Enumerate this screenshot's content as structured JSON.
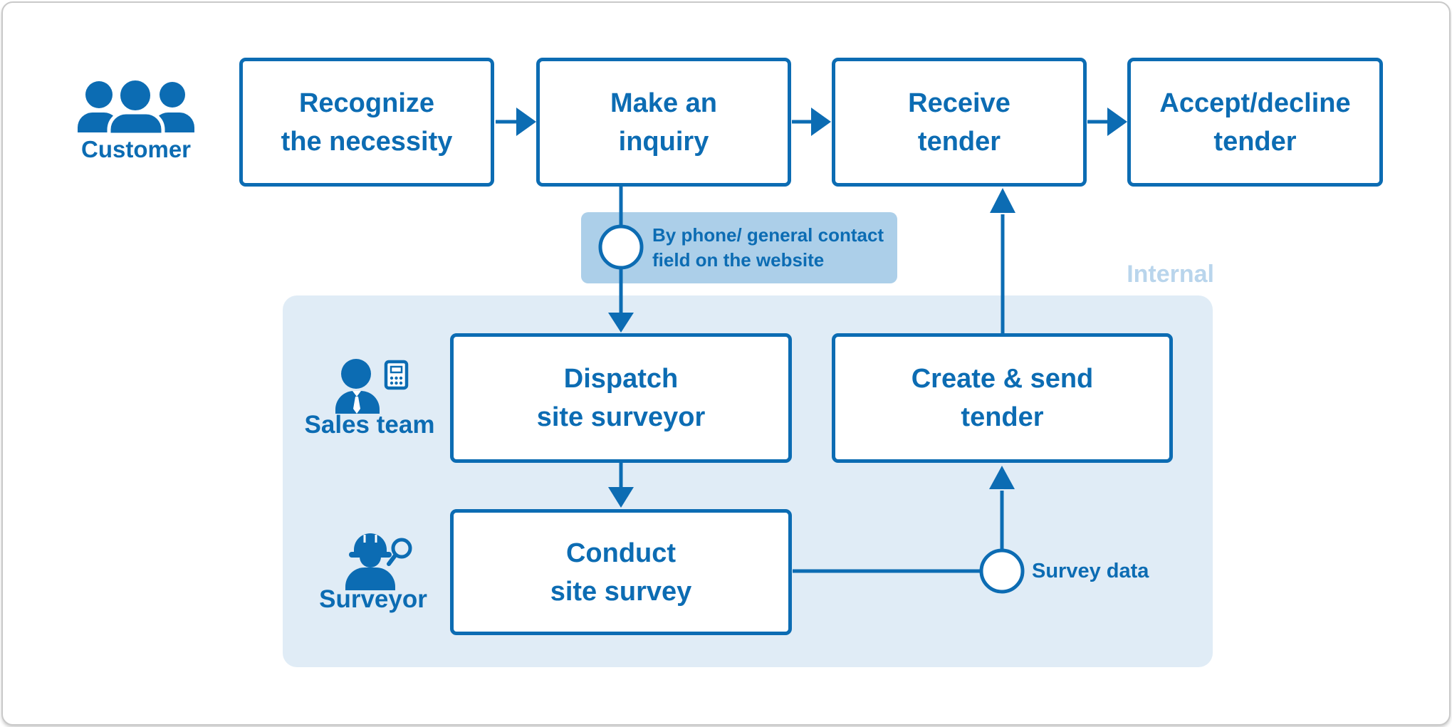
{
  "colors": {
    "primary_blue": "#0c6cb3",
    "note_background": "#accfe9",
    "internal_region_background": "#e0ecf6",
    "internal_label_color": "#b9d5ec",
    "card_border": "#c9c9c9",
    "box_fill": "#ffffff"
  },
  "lanes": {
    "customer": {
      "label": "Customer",
      "icon": "people-group-icon"
    }
  },
  "process_boxes": {
    "recognize": "Recognize\nthe necessity",
    "make_inquiry": "Make an\ninquiry",
    "receive_tender": "Receive\ntender",
    "accept_decline": "Accept/decline\ntender",
    "dispatch": "Dispatch\nsite surveyor",
    "create_send": "Create & send\ntender",
    "conduct_survey": "Conduct\nsite survey"
  },
  "internal_section": {
    "label": "Internal",
    "roles": [
      {
        "label": "Sales team",
        "icon": "salesperson-calculator-icon"
      },
      {
        "label": "Surveyor",
        "icon": "surveyor-hardhat-magnifier-icon"
      }
    ]
  },
  "annotations": {
    "inquiry_note": "By phone/ general contact\nfield on the website",
    "survey_data": "Survey data"
  }
}
